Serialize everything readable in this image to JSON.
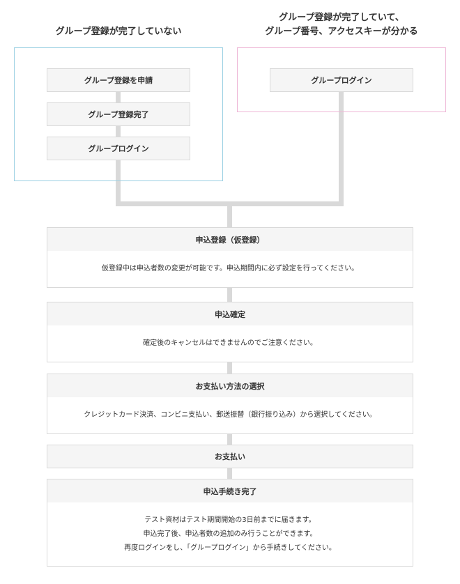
{
  "colors": {
    "frame_new": "#9bd0e3",
    "frame_existing": "#eeb6d6",
    "connector": "#d9d9d9",
    "box_fill": "#f5f5f5",
    "box_border": "#d9d9d9",
    "text": "#333333"
  },
  "headings": {
    "new_group": "グループ登録が完了していない",
    "existing_group_line1": "グループ登録が完了していて、",
    "existing_group_line2": "グループ番号、アクセスキーが分かる"
  },
  "new_group_steps": [
    "グループ登録を申請",
    "グループ登録完了",
    "グループログイン"
  ],
  "existing_group_step": "グループログイン",
  "flow": [
    {
      "title": "申込登録（仮登録）",
      "lines": [
        "仮登録中は申込者数の変更が可能です。申込期間内に必ず設定を行ってください。"
      ]
    },
    {
      "title": "申込確定",
      "lines": [
        "確定後のキャンセルはできませんのでご注意ください。"
      ]
    },
    {
      "title": "お支払い方法の選択",
      "lines": [
        "クレジットカード決済、コンビニ支払い、郵送振替（銀行振り込み）から選択してください。"
      ]
    },
    {
      "title": "お支払い",
      "lines": []
    },
    {
      "title": "申込手続き完了",
      "lines": [
        "テスト資材はテスト期間開始の3日前までに届きます。",
        "申込完了後、申込者数の追加のみ行うことができます。",
        "再度ログインをし、「グループログイン」から手続きしてください。"
      ]
    }
  ]
}
